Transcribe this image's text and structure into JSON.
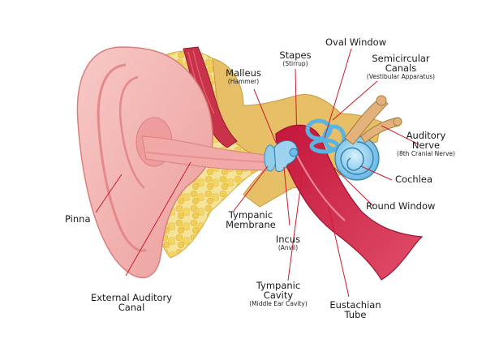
{
  "labels": {
    "pinna": {
      "main": "Pinna"
    },
    "external_auditory_canal": {
      "main": [
        "External Auditory",
        "Canal"
      ]
    },
    "malleus": {
      "main": "Malleus",
      "sub": "(Hammer)"
    },
    "stapes": {
      "main": "Stapes",
      "sub": "(Stirrup)"
    },
    "oval_window": {
      "main": "Oval Window"
    },
    "semicircular_canals": {
      "main": [
        "Semicircular",
        "Canals"
      ],
      "sub": "(Vestibular Apparatus)"
    },
    "auditory_nerve": {
      "main": [
        "Auditory",
        "Nerve"
      ],
      "sub": "(8th Cranial Nerve)"
    },
    "cochlea": {
      "main": "Cochlea"
    },
    "round_window": {
      "main": "Round Window"
    },
    "tympanic_membrane": {
      "main": [
        "Tympanic",
        "Membrane"
      ]
    },
    "incus": {
      "main": "Incus",
      "sub": "(Anvil)"
    },
    "tympanic_cavity": {
      "main": [
        "Tympanic",
        "Cavity"
      ],
      "sub": "(Middle Ear Cavity)"
    },
    "eustachian_tube": {
      "main": [
        "Eustachian",
        "Tube"
      ]
    }
  },
  "colors": {
    "leader_line": "#cc1b2a",
    "skin_outer": "#f2b3b0",
    "skin_inner": "#e9928f",
    "fat_tissue": "#f3d86f",
    "muscle": "#c9334a",
    "bone": "#e0b255",
    "canal_red": "#d01f43",
    "cochlea_blue": "#7cc7ea",
    "nerve_tan": "#e2b27a"
  }
}
